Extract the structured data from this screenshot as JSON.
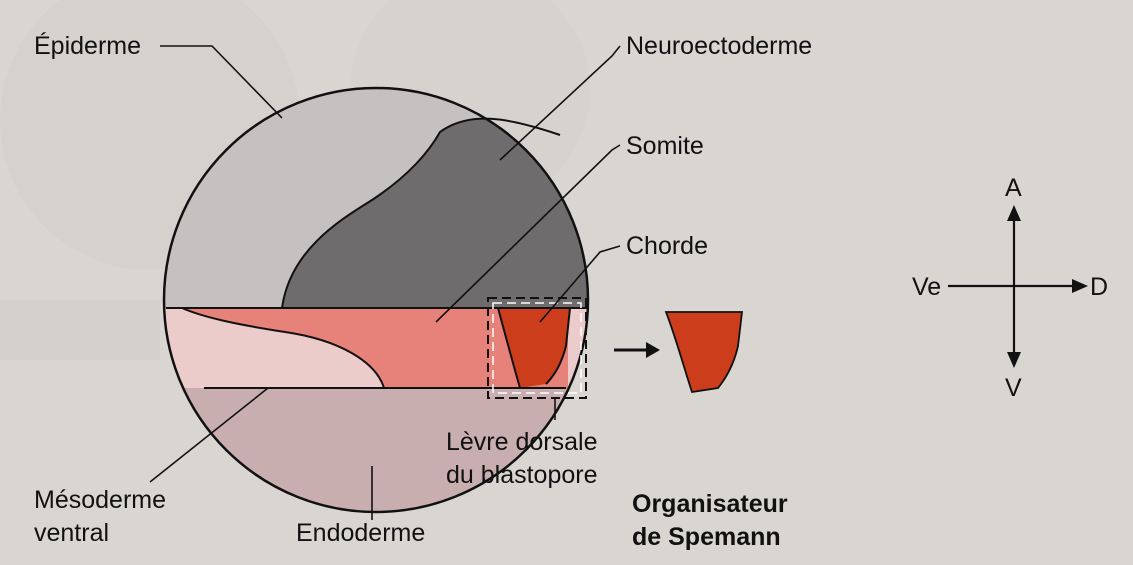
{
  "labels": {
    "epiderme": "Épiderme",
    "neuroectoderme": "Neuroectoderme",
    "somite": "Somite",
    "chorde": "Chorde",
    "levre_line1": "Lèvre dorsale",
    "levre_line2": "du blastopore",
    "mesoderme_line1": "Mésoderme",
    "mesoderme_line2": "ventral",
    "endoderme": "Endoderme",
    "organisateur_line1": "Organisateur",
    "organisateur_line2": "de Spemann"
  },
  "axes": {
    "anterior": "A",
    "ventral": "V",
    "ventral_side": "Ve",
    "dorsal": "D"
  },
  "colors": {
    "epiderme": "#c4c1c0",
    "neuroectoderme": "#6e6c6c",
    "somite": "#e6827a",
    "mesoderme_ventral": "#eccccb",
    "endoderme": "#c9aeb0",
    "organisateur": "#cc3d1c",
    "background": "#d9d6d2"
  },
  "icons": [
    "arrow-right-icon",
    "four-way-axis-icon"
  ]
}
